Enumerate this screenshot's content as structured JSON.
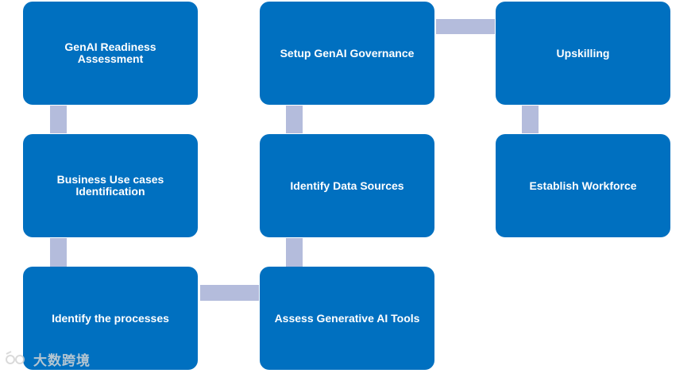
{
  "diagram": {
    "box_color": "#0070c0",
    "connector_color": "#b4bcdc",
    "text_color": "#ffffff",
    "nodes": [
      {
        "id": "genai-readiness-assessment",
        "label": "GenAI Readiness\nAssessment"
      },
      {
        "id": "business-use-cases-identification",
        "label": "Business Use cases\nIdentification"
      },
      {
        "id": "identify-the-processes",
        "label": "Identify the processes"
      },
      {
        "id": "setup-genai-governance",
        "label": "Setup GenAI Governance"
      },
      {
        "id": "identify-data-sources",
        "label": "Identify Data Sources"
      },
      {
        "id": "assess-generative-ai-tools",
        "label": "Assess Generative AI Tools"
      },
      {
        "id": "upskilling",
        "label": "Upskilling"
      },
      {
        "id": "establish-workforce",
        "label": "Establish Workforce"
      }
    ],
    "edges": [
      {
        "from": "genai-readiness-assessment",
        "to": "business-use-cases-identification"
      },
      {
        "from": "business-use-cases-identification",
        "to": "identify-the-processes"
      },
      {
        "from": "identify-the-processes",
        "to": "assess-generative-ai-tools"
      },
      {
        "from": "assess-generative-ai-tools",
        "to": "identify-data-sources"
      },
      {
        "from": "identify-data-sources",
        "to": "setup-genai-governance"
      },
      {
        "from": "setup-genai-governance",
        "to": "upskilling"
      },
      {
        "from": "upskilling",
        "to": "establish-workforce"
      }
    ]
  },
  "watermark": {
    "text": "大数跨境"
  }
}
